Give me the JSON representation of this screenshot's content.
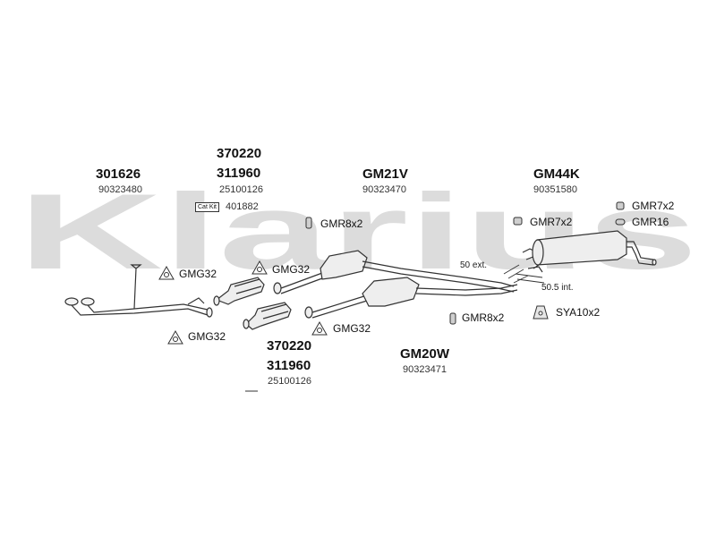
{
  "watermark": "Klarius",
  "colors": {
    "watermark": "#dcdcdc",
    "line": "#333333",
    "fill": "#f2f2f2"
  },
  "assemblies": {
    "front_pipe": {
      "code": "301626",
      "number": "90323480"
    },
    "cat_upper": {
      "code1": "370220",
      "code2": "311960",
      "number": "25100126",
      "cat_kit_label": "Cat Kit",
      "cat_kit_number": "401882"
    },
    "cat_lower": {
      "code1": "370220",
      "code2": "311960",
      "number": "25100126"
    },
    "middle_upper": {
      "code": "GM21V",
      "number": "90323470"
    },
    "middle_lower": {
      "code": "GM20W",
      "number": "90323471"
    },
    "rear": {
      "code": "GM44K",
      "number": "90351580"
    }
  },
  "fittings": {
    "gmg32_a": "GMG32",
    "gmg32_b": "GMG32",
    "gmg32_c": "GMG32",
    "gmg32_d": "GMG32",
    "gmr8x2_top": "GMR8x2",
    "gmr8x2_bottom": "GMR8x2",
    "gmr7x2_mid": "GMR7x2",
    "gmr7x2_right": "GMR7x2",
    "gmr16": "GMR16",
    "sya10x2": "SYA10x2"
  },
  "notes": {
    "ext50": "50 ext.",
    "int50_5": "50.5 int."
  }
}
